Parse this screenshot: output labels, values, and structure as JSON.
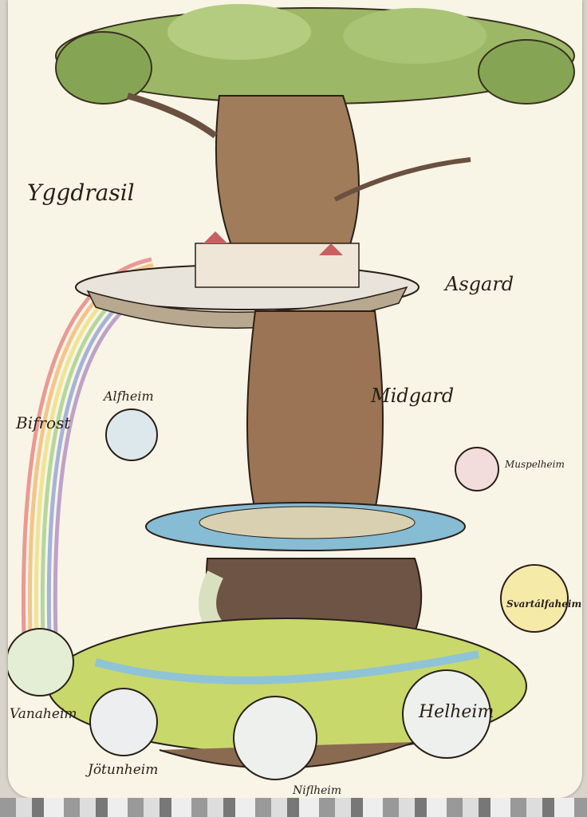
{
  "title": "Yggdrasil",
  "labels": {
    "yggdrasil": "Yggdrasil",
    "asgard": "Asgard",
    "midgard": "Midgard",
    "alfheim": "Alfheim",
    "bifrost": "Bifrost",
    "muspelheim": "Muspelheim",
    "svartalfheim": "Svartálfaheim",
    "vanaheim": "Vanaheim",
    "jotunheim": "Jötunheim",
    "niflheim": "Niflheim",
    "helheim": "Helheim"
  },
  "colors": {
    "paper": "#f8f4e6",
    "foliage": "#8fae5a",
    "trunk": "#8a6a4e",
    "water": "#8fc3d6",
    "grass": "#c8d86a",
    "ink": "#2a1f18"
  }
}
